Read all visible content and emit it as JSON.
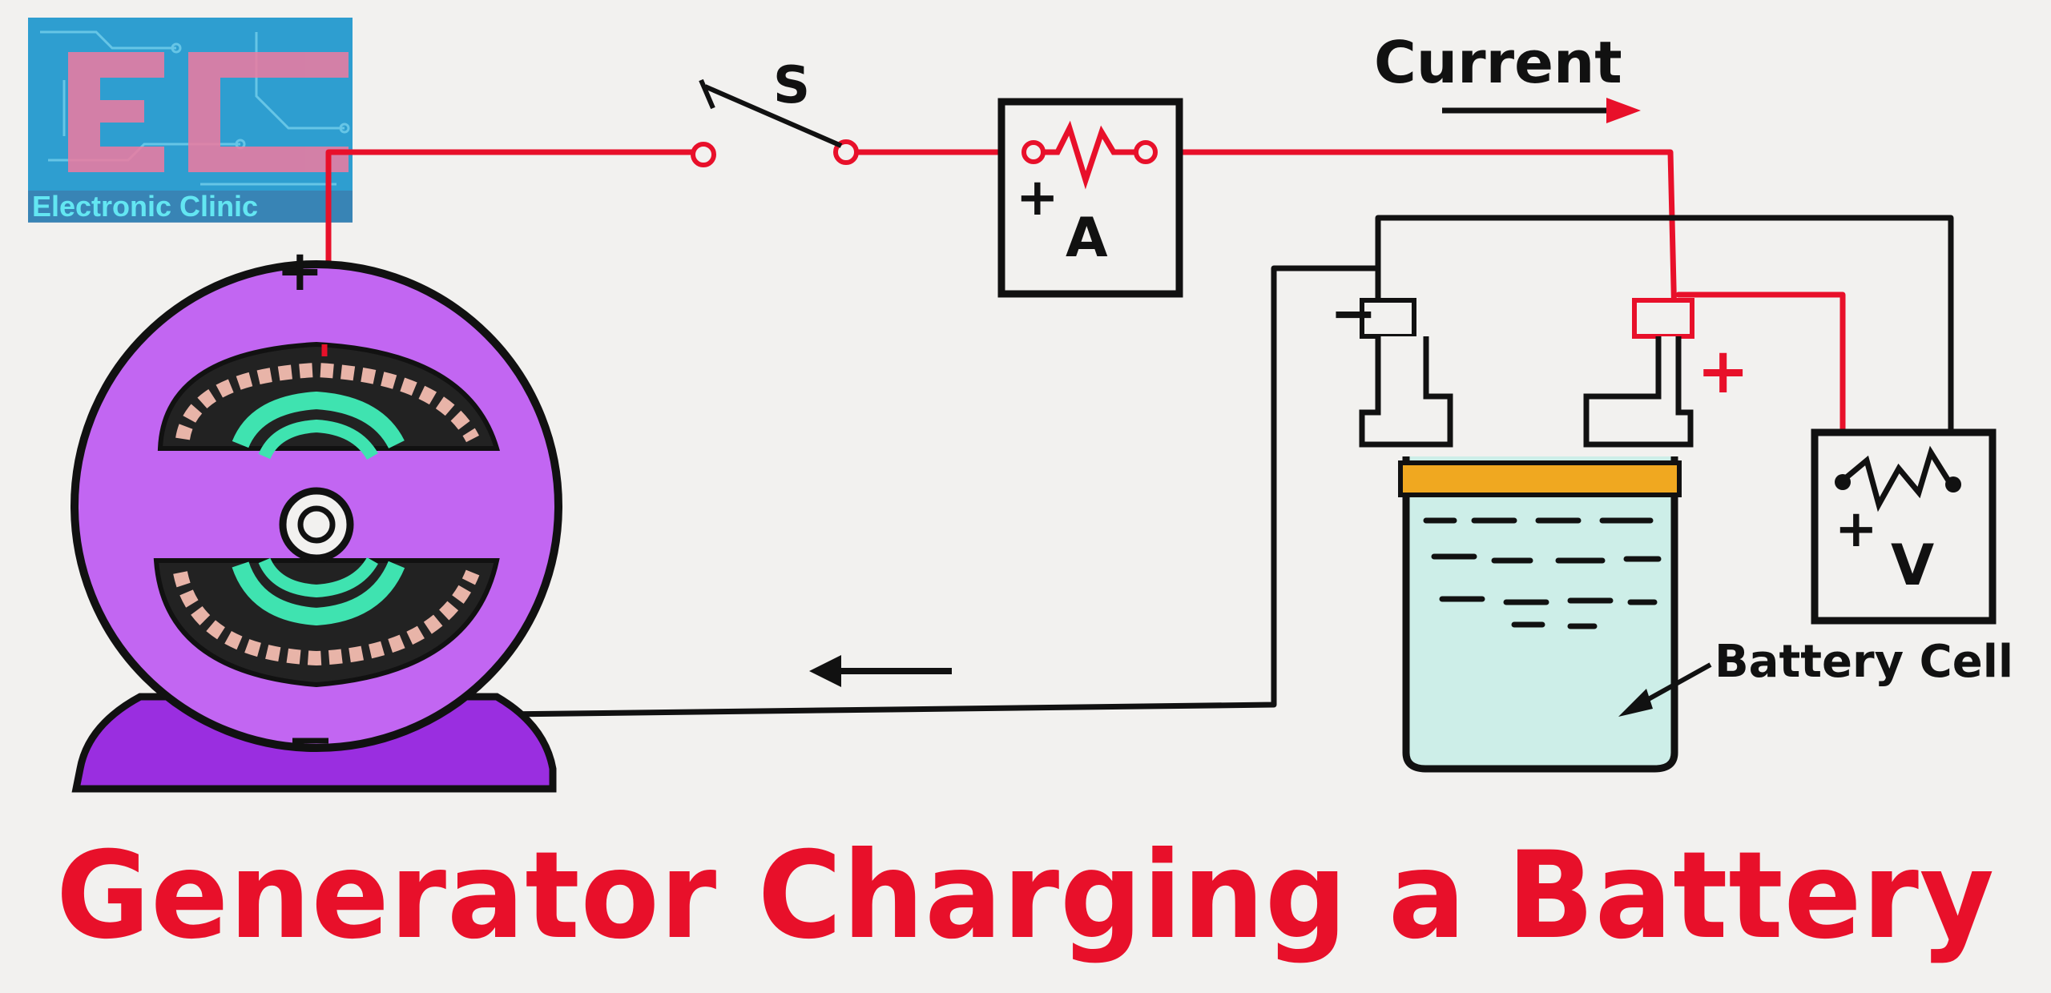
{
  "logo": {
    "text": "Electronic Clinic"
  },
  "labels": {
    "switch": "S",
    "current": "Current",
    "ammeter": "A",
    "voltmeter": "V",
    "plus": "+",
    "minus": "−",
    "battery_cell": "Battery Cell"
  },
  "title": "Generator Charging a Battery",
  "colors": {
    "wire_positive": "#e8102a",
    "wire_negative": "#111111",
    "generator_body": "#c266f2",
    "generator_base": "#9a2ee0",
    "pole_green": "#3fe3b0",
    "coil_pink": "#e8b4a8",
    "electrolyte": "#cdeee8",
    "battery_lid": "#f0a820",
    "logo_bg": "#2e9ed0"
  }
}
